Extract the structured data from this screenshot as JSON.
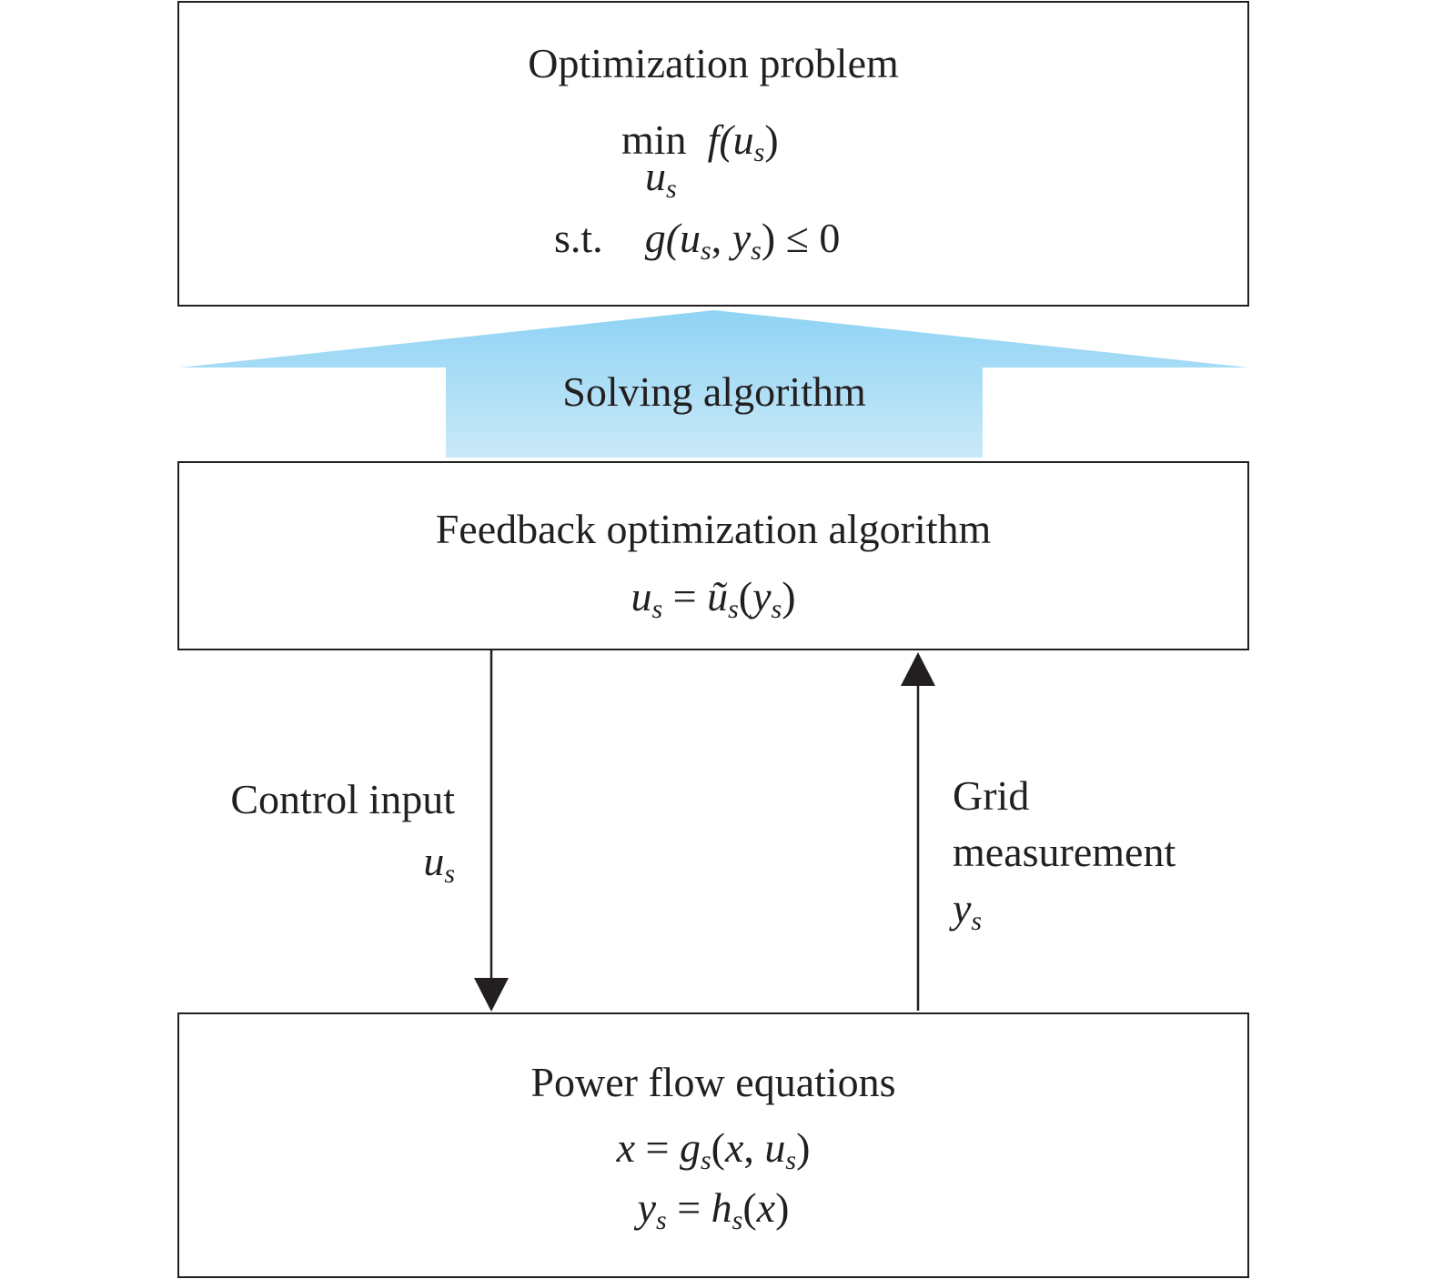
{
  "optimization_box": {
    "title": "Optimization problem",
    "objective_op": "min",
    "objective_fn": "f(",
    "objective_var": "u",
    "objective_sub": "s",
    "objective_close": ")",
    "under_var": "u",
    "under_sub": "s",
    "constraint_prefix": "s.t.",
    "constraint_fn": "g(",
    "constraint_u": "u",
    "constraint_sub1": "s",
    "constraint_comma": ", ",
    "constraint_y": "y",
    "constraint_sub2": "s",
    "constraint_tail": ") ≤ 0"
  },
  "solving_arrow": {
    "label": "Solving algorithm",
    "color_top": "#8fd3f4",
    "color_bottom": "#c9e9f8"
  },
  "feedback_box": {
    "title": "Feedback optimization algorithm",
    "eq_lhs": "u",
    "eq_lhs_sub": "s",
    "eq_equals": " = ",
    "eq_rhs": "ũ",
    "eq_rhs_sub": "s",
    "eq_open": "(",
    "eq_arg": "y",
    "eq_arg_sub": "s",
    "eq_close": ")"
  },
  "control_input": {
    "label": "Control input",
    "var": "u",
    "sub": "s"
  },
  "grid_measurement": {
    "label_line1": "Grid",
    "label_line2": "measurement",
    "var": "y",
    "sub": "s"
  },
  "power_flow_box": {
    "title": "Power flow equations",
    "eq1_x": "x",
    "eq1_eq": " = ",
    "eq1_g": "g",
    "eq1_gsub": "s",
    "eq1_open": "(",
    "eq1_x2": "x",
    "eq1_comma": ", ",
    "eq1_u": "u",
    "eq1_usub": "s",
    "eq1_close": ")",
    "eq2_y": "y",
    "eq2_ysub": "s",
    "eq2_eq": " = ",
    "eq2_h": "h",
    "eq2_hsub": "s",
    "eq2_open": "(",
    "eq2_x": "x",
    "eq2_close": ")"
  }
}
